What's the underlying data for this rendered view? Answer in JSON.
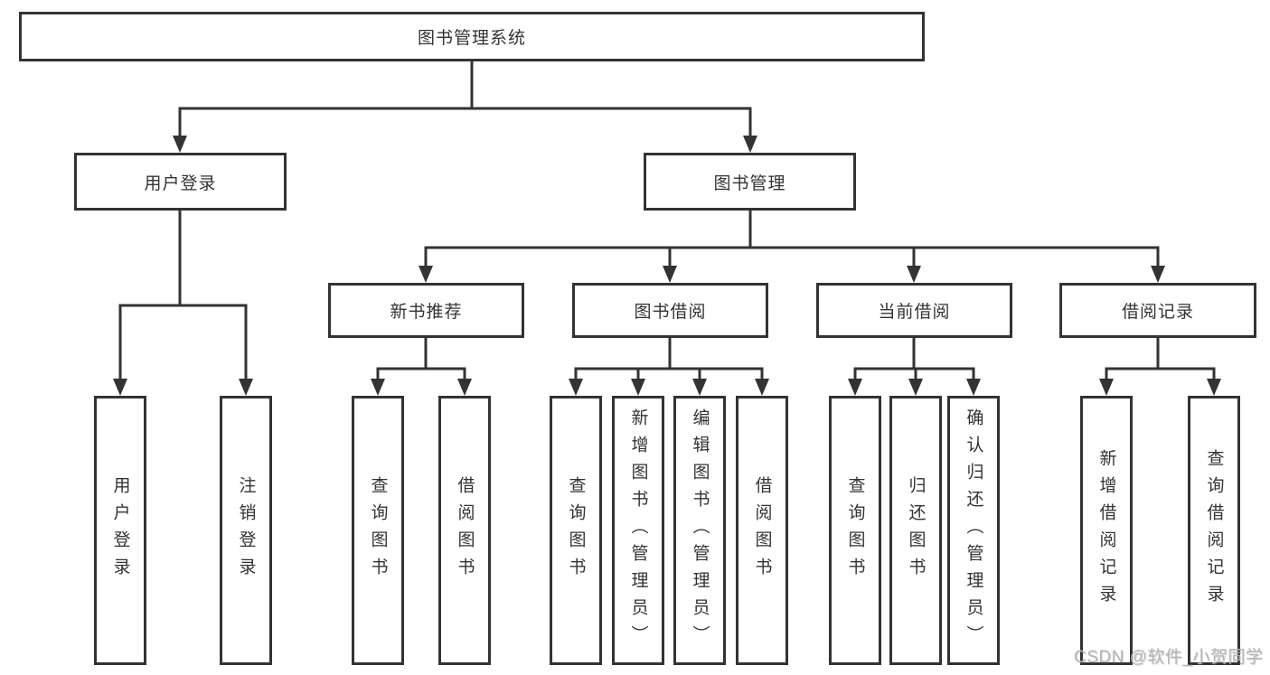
{
  "diagram": {
    "root": {
      "label": "图书管理系统"
    },
    "level2": [
      {
        "label": "用户登录"
      },
      {
        "label": "图书管理"
      }
    ],
    "level3": [
      {
        "label": "新书推荐",
        "parent": "图书管理"
      },
      {
        "label": "图书借阅",
        "parent": "图书管理"
      },
      {
        "label": "当前借阅",
        "parent": "图书管理"
      },
      {
        "label": "借阅记录",
        "parent": "图书管理"
      }
    ],
    "leaves": [
      {
        "label": "用户登录",
        "parent": "用户登录"
      },
      {
        "label": "注销登录",
        "parent": "用户登录"
      },
      {
        "label": "查询图书",
        "parent": "新书推荐"
      },
      {
        "label": "借阅图书",
        "parent": "新书推荐"
      },
      {
        "label": "查询图书",
        "parent": "图书借阅"
      },
      {
        "label": "新增图书（管理员）",
        "parent": "图书借阅"
      },
      {
        "label": "编辑图书（管理员）",
        "parent": "图书借阅"
      },
      {
        "label": "借阅图书",
        "parent": "图书借阅"
      },
      {
        "label": "查询图书",
        "parent": "当前借阅"
      },
      {
        "label": "归还图书",
        "parent": "当前借阅"
      },
      {
        "label": "确认归还（管理员）",
        "parent": "当前借阅"
      },
      {
        "label": "新增借阅记录",
        "parent": "借阅记录"
      },
      {
        "label": "查询借阅记录",
        "parent": "借阅记录"
      }
    ],
    "watermark": "CSDN @软件_小贺同学",
    "colors": {
      "line": "#333333",
      "node_border": "#333333",
      "text": "#333333",
      "watermark": "#b5b5b5",
      "background": "#ffffff"
    }
  }
}
